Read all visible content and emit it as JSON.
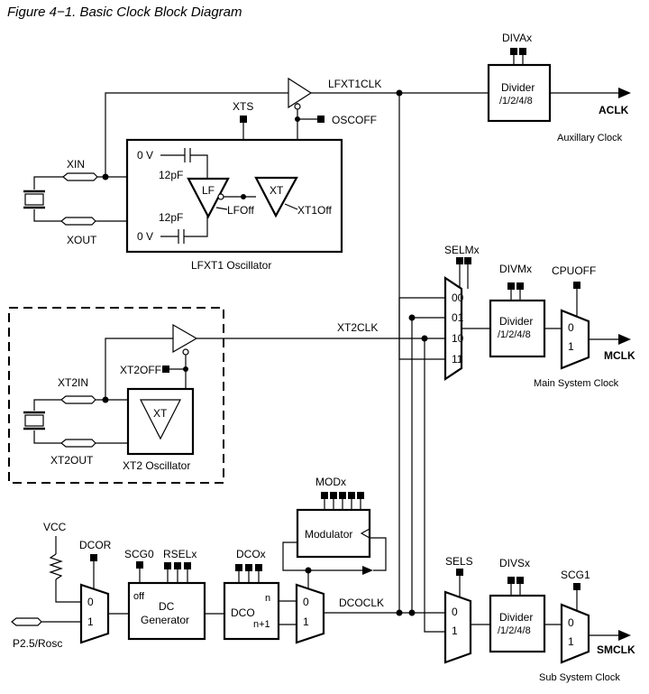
{
  "figure": {
    "caption": "Figure 4−1. Basic Clock Block Diagram"
  },
  "lfxt1": {
    "divax_label": "DIVAx",
    "divider_line1": "Divider",
    "divider_line2": "/1/2/4/8",
    "lfxt1clk_label": "LFXT1CLK",
    "aclk_label": "ACLK",
    "aux_clock_label": "Auxillary Clock",
    "xts_label": "XTS",
    "oscoff_label": "OSCOFF",
    "xin_label": "XIN",
    "xout_label": "XOUT",
    "zero_v_top": "0 V",
    "zero_v_bottom": "0 V",
    "cap_top": "12pF",
    "cap_bottom": "12pF",
    "lf_label": "LF",
    "xt_label": "XT",
    "lfoff_label": "LFOff",
    "xt1off_label": "XT1Off",
    "osc_label": "LFXT1 Oscillator"
  },
  "mclk": {
    "selmx_label": "SELMx",
    "mux_inputs": [
      "00",
      "01",
      "10",
      "11"
    ],
    "divmx_label": "DIVMx",
    "divider_line1": "Divider",
    "divider_line2": "/1/2/4/8",
    "cpuoff_label": "CPUOFF",
    "mux2_in0": "0",
    "mux2_in1": "1",
    "mclk_label": "MCLK",
    "main_clock_label": "Main System Clock"
  },
  "xt2": {
    "xt2clk_label": "XT2CLK",
    "xt2off_label": "XT2OFF",
    "xt2in_label": "XT2IN",
    "xt2out_label": "XT2OUT",
    "xt_label": "XT",
    "osc_label": "XT2 Oscillator"
  },
  "dco": {
    "modx_label": "MODx",
    "modulator_label": "Modulator",
    "vcc_label": "VCC",
    "dcor_label": "DCOR",
    "scg0_label": "SCG0",
    "rselx_label": "RSELx",
    "dcox_label": "DCOx",
    "mux_in0": "0",
    "mux_in1": "1",
    "off_label": "off",
    "dc_line1": "DC",
    "dc_line2": "Generator",
    "dco_label": "DCO",
    "n_label": "n",
    "n1_label": "n+1",
    "mux3_in0": "0",
    "mux3_in1": "1",
    "dcoclk_label": "DCOCLK",
    "p25_label": "P2.5/Rosc"
  },
  "smclk": {
    "sels_label": "SELS",
    "mux_in0": "0",
    "mux_in1": "1",
    "divsx_label": "DIVSx",
    "divider_line1": "Divider",
    "divider_line2": "/1/2/4/8",
    "scg1_label": "SCG1",
    "mux2_in0": "0",
    "mux2_in1": "1",
    "smclk_label": "SMCLK",
    "sub_clock_label": "Sub System Clock"
  }
}
